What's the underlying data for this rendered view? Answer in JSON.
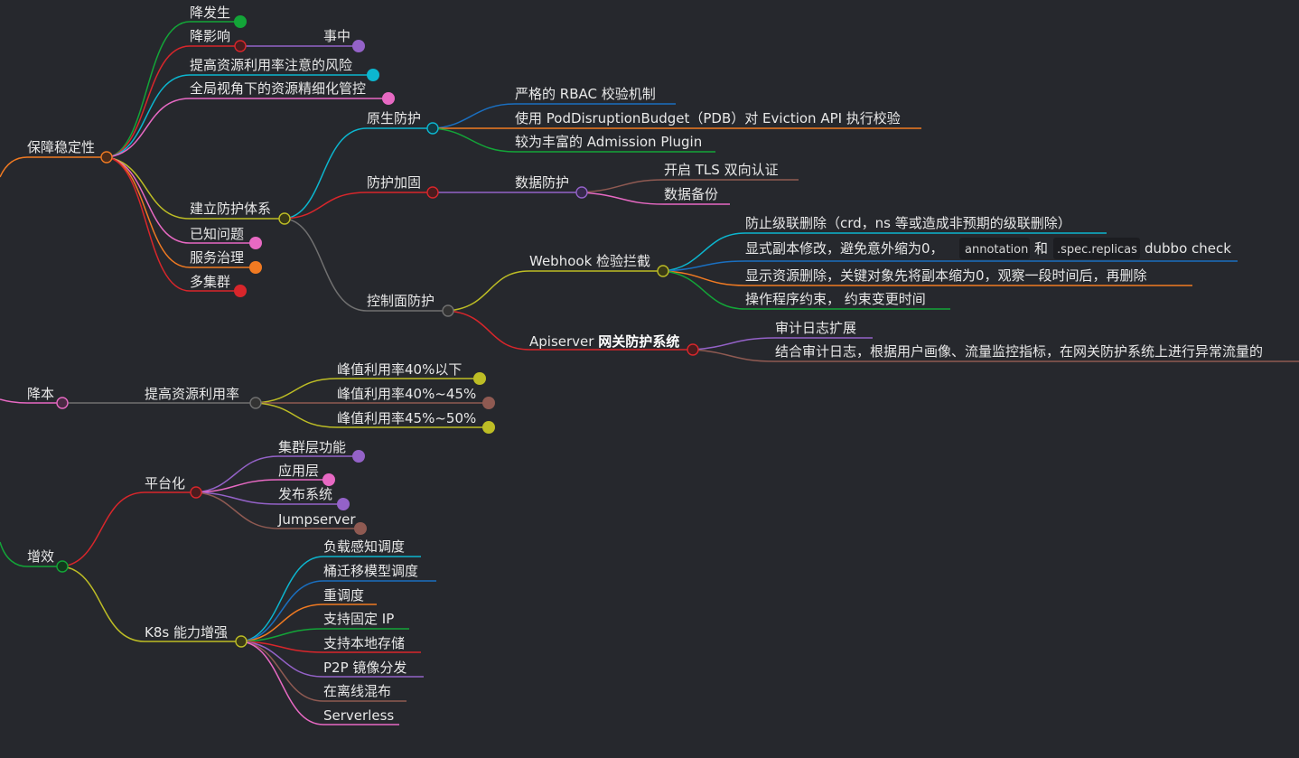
{
  "mindmap": {
    "branches": {
      "stability": {
        "label": "保障稳定性",
        "items": {
          "reduce_occurrence": "降发生",
          "reduce_impact": "降影响",
          "in_process": "事中",
          "risk_utilization": "提高资源利用率注意的风险",
          "global_view": "全局视角下的资源精细化管控",
          "protection_system": "建立防护体系",
          "native_protection": "原生防护",
          "rbac": "严格的 RBAC 校验机制",
          "pdb": "使用 PodDisruptionBudget（PDB）对 Eviction API 执行校验",
          "admission": "较为丰富的 Admission Plugin",
          "hardening": "防护加固",
          "data_protection": "数据防护",
          "tls": "开启 TLS 双向认证",
          "backup": "数据备份",
          "control_plane": "控制面防护",
          "webhook": "Webhook 检验拦截",
          "cascade": "防止级联删除（crd，ns 等或造成非预期的级联删除）",
          "replica_prefix": "显式副本修改，避免意外缩为0，",
          "replica_code1": "annotation",
          "replica_and": "和",
          "replica_code2": ".spec.replicas",
          "replica_suffix": "dubbo check",
          "delete_resources": "显示资源删除，关键对象先将副本缩为0，观察一段时间后，再删除",
          "operator": "操作程序约束， 约束变更时间",
          "apiserver_prefix": "Apiserver ",
          "apiserver_bold": "网关防护系统",
          "audit_ext": "审计日志扩展",
          "audit_combine": "结合审计日志，根据用户画像、流量监控指标，在网关防护系统上进行异常流量的",
          "known_issues": "已知问题",
          "service_gov": "服务治理",
          "multi_cluster": "多集群"
        }
      },
      "cost": {
        "label": "降本",
        "items": {
          "utilization": "提高资源利用率",
          "peak40": "峰值利用率40%以下",
          "peak40_45": "峰值利用率40%~45%",
          "peak45_50": "峰值利用率45%~50%"
        }
      },
      "efficiency": {
        "label": "增效",
        "items": {
          "platform": "平台化",
          "cluster_func": "集群层功能",
          "app_layer": "应用层",
          "release": "发布系统",
          "jumpserver": "Jumpserver",
          "k8s": "K8s 能力增强",
          "load_aware": "负载感知调度",
          "bucket": "桶迁移模型调度",
          "reschedule": "重调度",
          "fixed_ip": "支持固定 IP",
          "local_storage": "支持本地存储",
          "p2p": "P2P 镜像分发",
          "colocation": "在离线混布",
          "serverless": "Serverless"
        }
      }
    },
    "colors": {
      "orange": "#f07a22",
      "green": "#13a538",
      "red": "#d8262b",
      "cyan": "#0cb6cf",
      "pink": "#e769c3",
      "olive": "#bdbd25",
      "gray": "#707070",
      "blue": "#1a6fc0",
      "purple": "#9462c8",
      "brown": "#8f5a52"
    }
  }
}
